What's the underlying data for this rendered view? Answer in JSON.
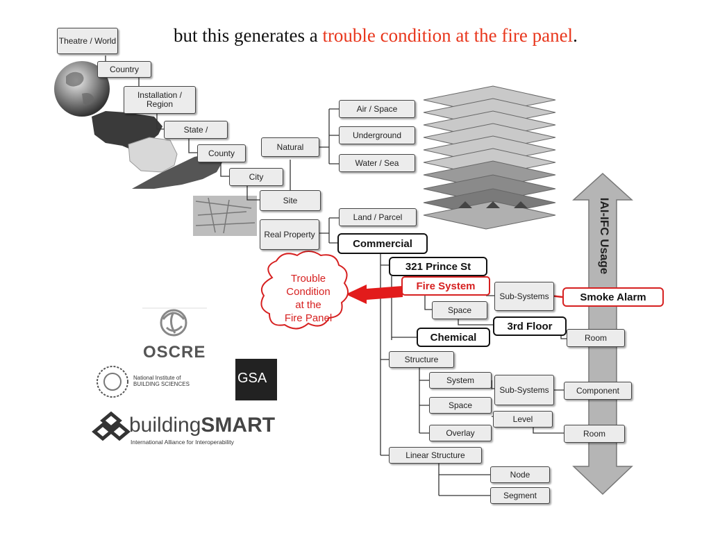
{
  "headline": {
    "prefix": "but this generates a ",
    "highlight": "trouble condition at the fire panel",
    "suffix": "."
  },
  "colors": {
    "highlight": "#e8361c",
    "alert": "#d62020",
    "box_fill": "#ececec"
  },
  "geo_hierarchy": {
    "theatre": "Theatre / World",
    "country": "Country",
    "installation": "Installation / Region",
    "state": "State /",
    "county": "County",
    "city": "City",
    "site": "Site",
    "real_property": "Real Property"
  },
  "natural": {
    "label": "Natural",
    "air": "Air / Space",
    "underground": "Underground",
    "water": "Water / Sea"
  },
  "property": {
    "land": "Land / Parcel",
    "commercial": "Commercial",
    "address": "321 Prince St",
    "fire_system": "Fire System",
    "space": "Space",
    "subsystems": "Sub-Systems",
    "smoke_alarm": "Smoke Alarm",
    "floor": "3rd Floor",
    "room_top": "Room",
    "chemical": "Chemical"
  },
  "structure": {
    "label": "Structure",
    "system": "System",
    "space": "Space",
    "overlay": "Overlay",
    "subsystems": "Sub-Systems",
    "level": "Level",
    "component": "Component",
    "room": "Room"
  },
  "linear": {
    "label": "Linear Structure",
    "node": "Node",
    "segment": "Segment"
  },
  "callout": [
    "Trouble",
    "Condition",
    "at the",
    "Fire Panel"
  ],
  "ifc_arrow": "IAI-IFC Usage",
  "logos": {
    "oscre": "OSCRE",
    "nibs_line1": "National Institute of",
    "nibs_line2": "BUILDING SCIENCES",
    "gsa": "GSA",
    "bsmart_a": "building",
    "bsmart_b": "SMART",
    "bsmart_tag": "International Alliance for Interoperability"
  }
}
